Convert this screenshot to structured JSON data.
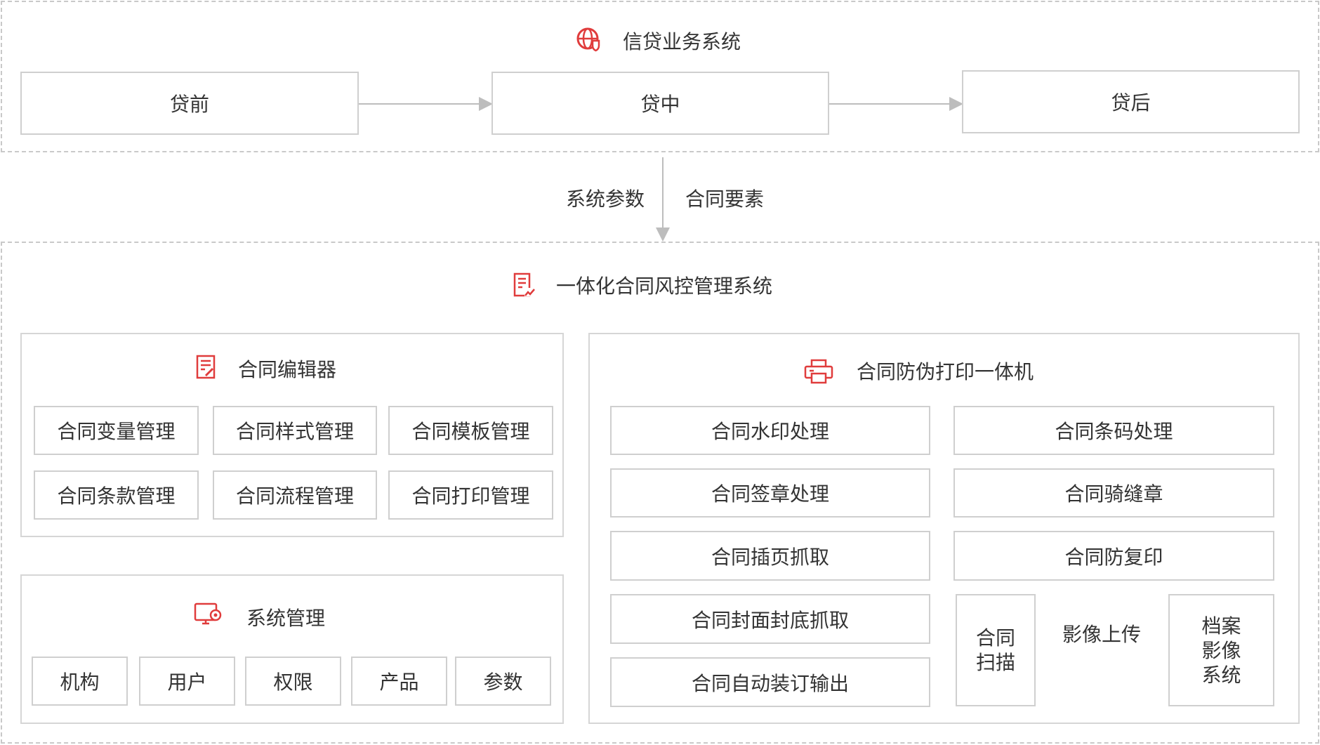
{
  "colors": {
    "accent": "#e03c3c",
    "border": "#cfcfcf",
    "dash": "#c9c9c9",
    "text": "#333333",
    "arrow": "#bdbdbd"
  },
  "top": {
    "title": "信贷业务系统",
    "icon": "globe-shield-icon",
    "stages": [
      "贷前",
      "贷中",
      "贷后"
    ]
  },
  "flow": {
    "left_label": "系统参数",
    "right_label": "合同要素"
  },
  "main": {
    "title": "一体化合同风控管理系统",
    "icon": "document-chart-icon",
    "editor": {
      "title": "合同编辑器",
      "icon": "document-edit-icon",
      "items": [
        "合同变量管理",
        "合同样式管理",
        "合同模板管理",
        "合同条款管理",
        "合同流程管理",
        "合同打印管理"
      ]
    },
    "system": {
      "title": "系统管理",
      "icon": "monitor-settings-icon",
      "items": [
        "机构",
        "用户",
        "权限",
        "产品",
        "参数"
      ]
    },
    "printer": {
      "title": "合同防伪打印一体机",
      "icon": "printer-icon",
      "left": [
        "合同水印处理",
        "合同签章处理",
        "合同插页抓取",
        "合同封面封底抓取",
        "合同自动装订输出"
      ],
      "right": [
        "合同条码处理",
        "合同骑缝章",
        "合同防复印"
      ],
      "scan": {
        "line1": "合同",
        "line2": "扫描"
      },
      "upload": "影像上传",
      "archive": {
        "line1": "档案",
        "line2": "影像",
        "line3": "系统"
      }
    }
  }
}
